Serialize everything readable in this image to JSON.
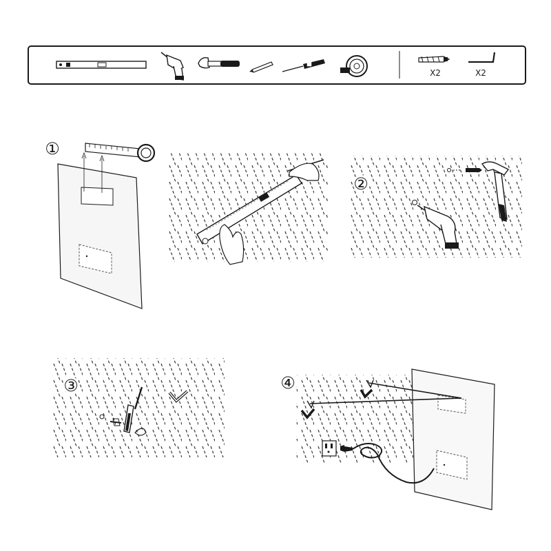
{
  "tools_bar": {
    "tools": [
      {
        "name": "spirit-level-icon"
      },
      {
        "name": "drill-icon"
      },
      {
        "name": "hammer-icon"
      },
      {
        "name": "pencil-icon"
      },
      {
        "name": "screwdriver-icon"
      },
      {
        "name": "tape-measure-icon"
      }
    ],
    "parts": [
      {
        "name": "wall-anchor-icon",
        "qty": "X2"
      },
      {
        "name": "l-hook-icon",
        "qty": "X2"
      }
    ]
  },
  "steps": [
    {
      "number": "①"
    },
    {
      "number": "②"
    },
    {
      "number": "③"
    },
    {
      "number": "④"
    }
  ],
  "colors": {
    "line": "#1a1a1a",
    "hatch": "#333333",
    "panel_fill": "#f4f4f4"
  }
}
